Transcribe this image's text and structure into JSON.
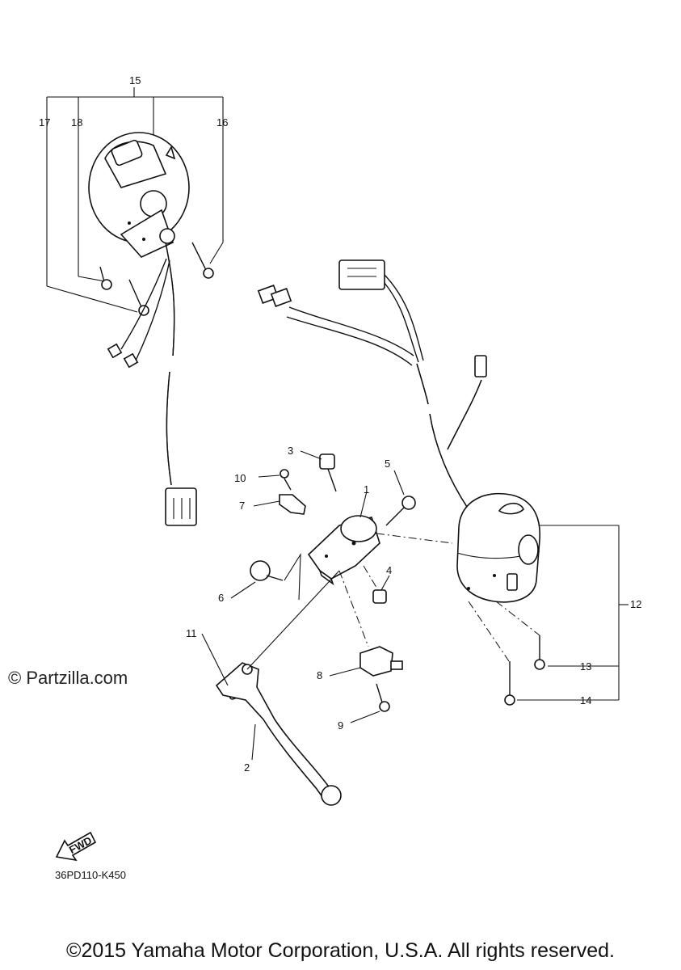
{
  "callouts": {
    "c1": "1",
    "c2": "2",
    "c3": "3",
    "c4": "4",
    "c5": "5",
    "c6": "6",
    "c7": "7",
    "c8": "8",
    "c9": "9",
    "c10": "10",
    "c11": "11",
    "c12": "12",
    "c13": "13",
    "c14": "14",
    "c15": "15",
    "c16": "16",
    "c17": "17",
    "c18": "18"
  },
  "fwd_label": "FWD",
  "watermark": "© Partzilla.com",
  "drawing_code": "36PD110-K450",
  "copyright": "©2015 Yamaha Motor Corporation, U.S.A. All rights reserved."
}
